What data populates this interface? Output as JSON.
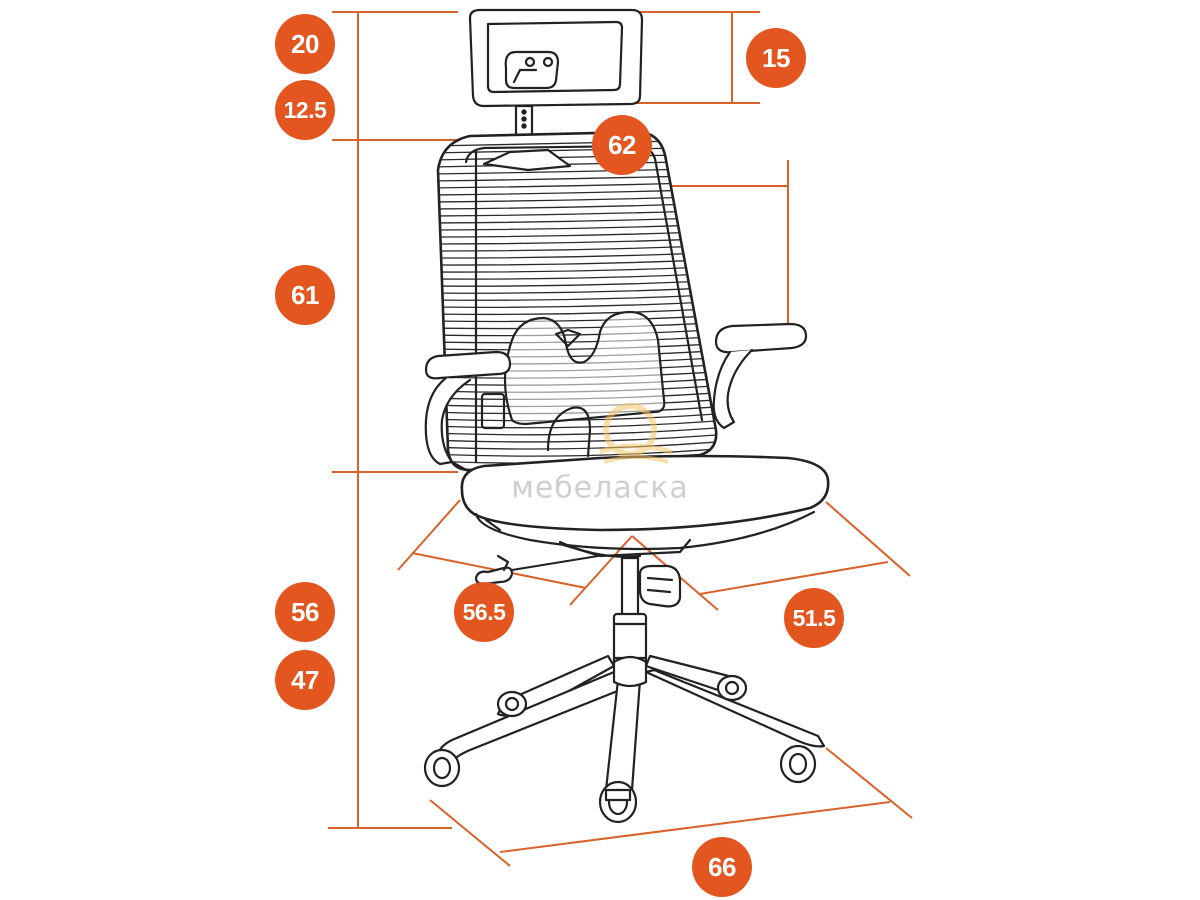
{
  "colors": {
    "accent": "#e4561f",
    "line": "#222222",
    "dim_line": "#d9622b",
    "watermark": "#cfcfcf",
    "watermark_logo": "#f5c56a"
  },
  "dimensions": {
    "headrest_top_gap": "20",
    "headrest_adjust": "12.5",
    "headrest_height": "15",
    "back_width": "62",
    "back_height": "61",
    "seat_height_max": "56",
    "seat_height_min": "47",
    "seat_width": "56.5",
    "seat_depth": "51.5",
    "base_width": "66"
  },
  "watermark": {
    "text": "мебеласка",
    "logo_icon": "sun-logo-icon"
  }
}
